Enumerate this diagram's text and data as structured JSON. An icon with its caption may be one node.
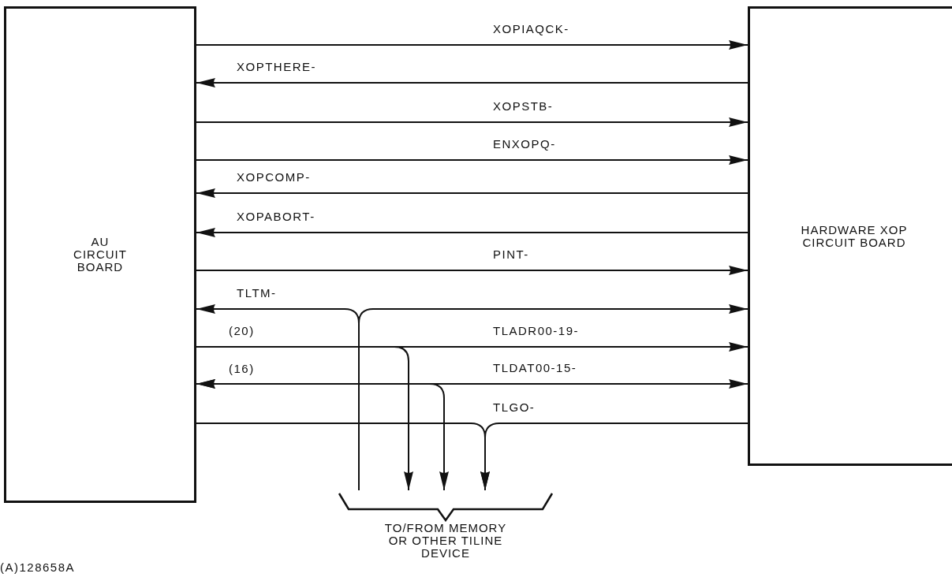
{
  "diagram": {
    "nodes": [
      {
        "text": [
          "AU CIRCUIT BOARD"
        ]
      },
      {
        "text": [
          "HARDWARE XOP CIRCUIT BOARD"
        ]
      },
      {
        "text": [
          "TO/FROM MEMORY OR OTHER TILINE DEVICE"
        ]
      }
    ],
    "edges": [
      {
        "from": 0,
        "to": 1,
        "label": "XOPIAQCK-",
        "arrow": "to"
      },
      {
        "from": 1,
        "to": 0,
        "label": "XOPTHERE-",
        "arrow": "to"
      },
      {
        "from": 0,
        "to": 1,
        "label": "XOPSTB-",
        "arrow": "to"
      },
      {
        "from": 0,
        "to": 1,
        "label": "ENXOPQ-",
        "arrow": "to"
      },
      {
        "from": 1,
        "to": 0,
        "label": "XOPCOMP-",
        "arrow": "to"
      },
      {
        "from": 1,
        "to": 0,
        "label": "XOPABORT-",
        "arrow": "to"
      },
      {
        "from": 0,
        "to": 1,
        "label": "PINT-",
        "arrow": "to"
      },
      {
        "from": 2,
        "to": 0,
        "label": "TLTM-",
        "arrow": "to"
      },
      {
        "from": 2,
        "to": 1,
        "arrow": "to"
      },
      {
        "from": 0,
        "to": 1,
        "label": "TLADR00-19-",
        "arrow": "to"
      },
      {
        "from": 0,
        "to": 2,
        "arrow": "to"
      },
      {
        "from": 0,
        "to": 1,
        "label": "TLDAT00-15-",
        "arrow": "both"
      },
      {
        "from": 0,
        "to": 2,
        "arrow": "both"
      },
      {
        "from": 0,
        "to": 2,
        "arrow": "to"
      },
      {
        "from": 1,
        "to": 2,
        "label": "TLGO-",
        "arrow": "to"
      }
    ],
    "labels": [
      "(20)",
      "(16)",
      "(A)128658A"
    ]
  }
}
